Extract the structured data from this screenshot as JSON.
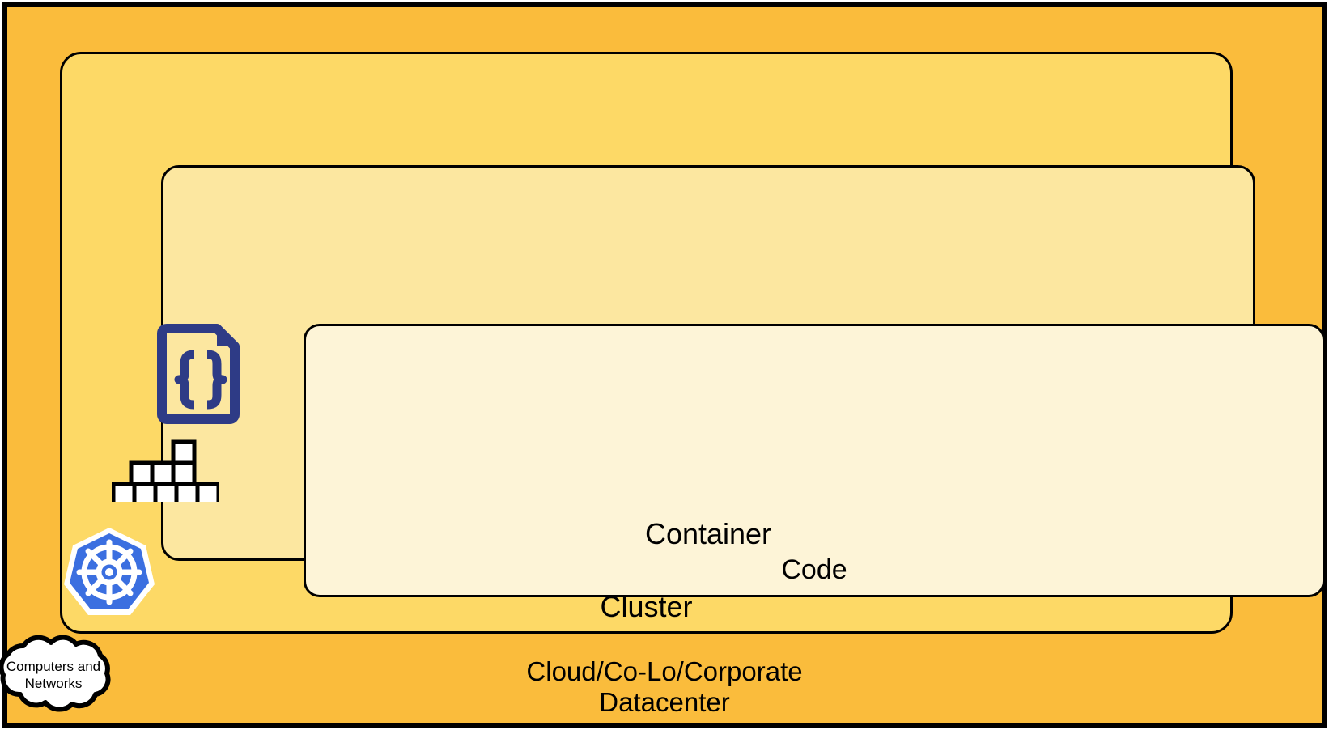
{
  "diagram": {
    "title": "Cloud native layers nesting diagram",
    "layers": [
      {
        "id": "datacenter",
        "label": "Cloud/Co-Lo/Corporate Datacenter",
        "label_line1": "Cloud/Co-Lo/Corporate",
        "label_line2": "Datacenter",
        "fill": "#FABC3C",
        "stroke": "#000000"
      },
      {
        "id": "cluster",
        "label": "Cluster",
        "fill": "#FDD966",
        "stroke": "#000000",
        "icon": "kubernetes-icon"
      },
      {
        "id": "container",
        "label": "Container",
        "fill": "#FCE7A0",
        "stroke": "#000000",
        "icon": "stacked-boxes-icon"
      },
      {
        "id": "code",
        "label": "Code",
        "fill": "#FDF4D7",
        "stroke": "#000000",
        "icon": "json-document-icon"
      }
    ],
    "callout": {
      "id": "computers-and-networks",
      "shape": "cloud",
      "label": "Computers and Networks",
      "line1": "Computers and",
      "line2": "Networks",
      "fill": "#FFFFFF",
      "stroke": "#000000"
    },
    "icons": {
      "json_document": {
        "name": "json-document-icon",
        "glyph": "{}",
        "color": "#2E3B86"
      },
      "stacked_boxes": {
        "name": "stacked-boxes-icon",
        "color": "#FFFFFF",
        "stroke": "#000000"
      },
      "kubernetes": {
        "name": "kubernetes-icon",
        "fill": "#3B6FE0",
        "wheel": "#FFFFFF"
      }
    }
  }
}
